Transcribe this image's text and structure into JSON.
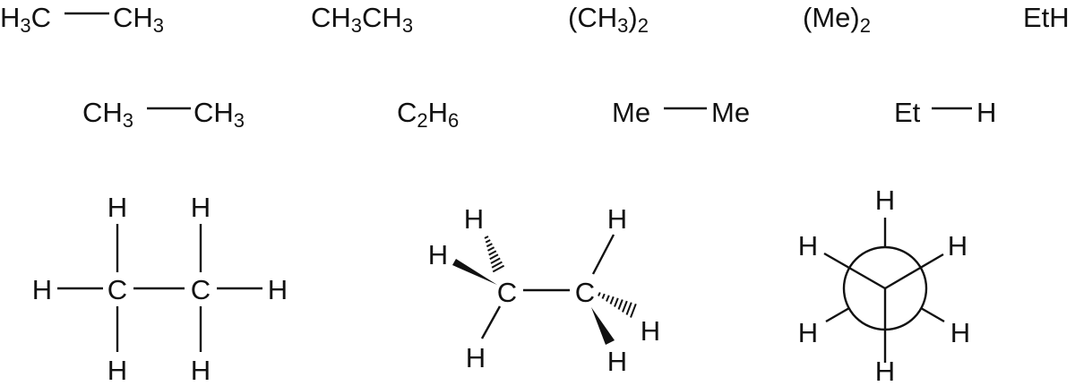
{
  "formulas": {
    "row1": {
      "f1_left": [
        "H",
        "3",
        "C"
      ],
      "f1_right": [
        "CH",
        "3"
      ],
      "f2": [
        "CH",
        "3",
        "CH",
        "3"
      ],
      "f3": [
        "(CH",
        "3",
        ")",
        "2"
      ],
      "f4": [
        "(Me)",
        "2"
      ],
      "f5": "EtH"
    },
    "row2": {
      "f1_left": [
        "CH",
        "3"
      ],
      "f1_right": [
        "CH",
        "3"
      ],
      "f2": [
        "C",
        "2",
        "H",
        "6"
      ],
      "f3_left": "Me",
      "f3_right": "Me",
      "f4_left": "Et",
      "f4_right": "H"
    }
  },
  "structures": {
    "lewis": {
      "h_top_1": "H",
      "h_top_2": "H",
      "h_left": "H",
      "c1": "C",
      "c2": "C",
      "h_right": "H",
      "h_bottom_1": "H",
      "h_bottom_2": "H"
    },
    "wedge": {
      "h_top_left": "H",
      "h_left": "H",
      "c1": "C",
      "h_bottom_left": "H",
      "h_top_right": "H",
      "c2": "C",
      "h_right": "H",
      "h_bottom_right": "H"
    },
    "newman": {
      "h_top": "H",
      "h_upper_left": "H",
      "h_upper_right": "H",
      "h_lower_left": "H",
      "h_lower_right": "H",
      "h_bottom": "H"
    }
  }
}
